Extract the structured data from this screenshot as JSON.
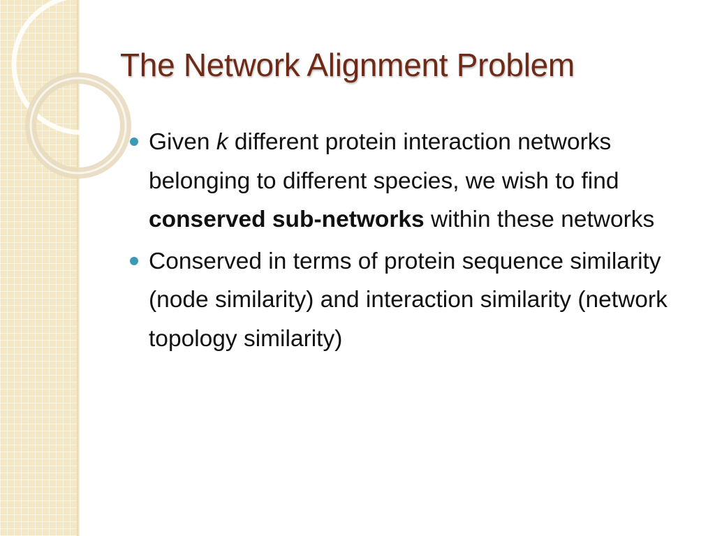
{
  "slide": {
    "title": "The Network Alignment Problem",
    "bullets": [
      {
        "parts": [
          "Given ",
          "k",
          " different protein interaction networks belonging to different species, we wish to find ",
          "conserved sub-networks",
          " within these networks"
        ]
      },
      {
        "text": "Conserved in terms of protein sequence similarity (node similarity) and interaction similarity (network topology similarity)"
      }
    ]
  },
  "theme": {
    "title_color": "#6e2a17",
    "bullet_color": "#3e9ab4",
    "strip_color": "#f3e7c4"
  }
}
